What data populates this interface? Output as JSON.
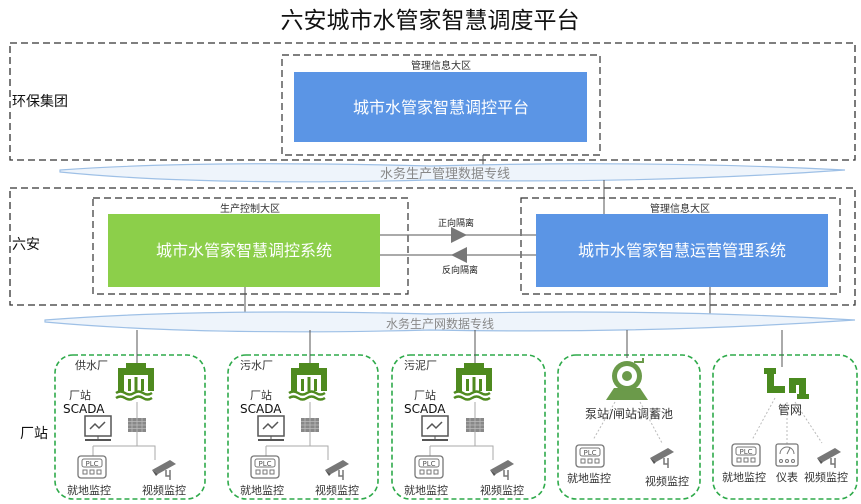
{
  "title": "六安城市水管家智慧调度平台",
  "tiers": {
    "group": {
      "label": "环保集团",
      "zone": "管理信息大区",
      "platform": "城市水管家智慧调控平台"
    },
    "band1": "水务生产管理数据专线",
    "city": {
      "label": "六安",
      "left_zone": "生产控制大区",
      "left_system": "城市水管家智慧调控系统",
      "right_zone": "管理信息大区",
      "right_system": "城市水管家智慧运营管理系统",
      "forward": "正向隔离",
      "reverse": "反向隔离"
    },
    "band2": "水务生产网数据专线",
    "stations_label": "厂站"
  },
  "plants": [
    {
      "name": "供水厂",
      "scada_line1": "厂站",
      "scada_line2": "SCADA",
      "local": "就地监控",
      "video": "视频监控"
    },
    {
      "name": "污水厂",
      "scada_line1": "厂站",
      "scada_line2": "SCADA",
      "local": "就地监控",
      "video": "视频监控"
    },
    {
      "name": "污泥厂",
      "scada_line1": "厂站",
      "scada_line2": "SCADA",
      "local": "就地监控",
      "video": "视频监控"
    }
  ],
  "pump": {
    "name": "泵站/闸站调蓄池",
    "local": "就地监控",
    "video": "视频监控"
  },
  "network": {
    "name": "管网",
    "local": "就地监控",
    "meter": "仪表",
    "video": "视频监控"
  },
  "plc_label": "PLC",
  "colors": {
    "blue": "#5b95e5",
    "green": "#8ccf4a",
    "icon_green": "#4f8a1f",
    "pump_green": "#6b9a4a",
    "dashed_green": "#2eaa4a"
  }
}
